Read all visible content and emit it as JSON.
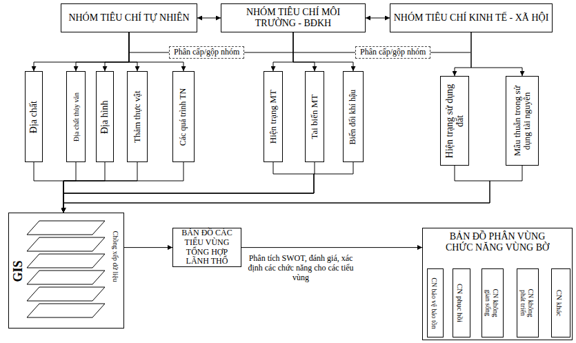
{
  "diagram": {
    "nodes": [
      {
        "text": [
          "NHÓM TIÊU CHÍ TỰ NHIÊN"
        ]
      },
      {
        "text": [
          "NHÓM TIÊU CHÍ MÔI TRƯỜNG - BĐKH"
        ]
      },
      {
        "text": [
          "NHÓM TIÊU CHÍ KINH TẾ - XÃ HỘI"
        ]
      },
      {
        "text": [
          "Phân cấp/gộp nhóm"
        ]
      },
      {
        "text": [
          "Phân cấp/gộp nhóm"
        ]
      },
      {
        "text": [
          "Địa chất"
        ]
      },
      {
        "text": [
          "Địa chất thủy văn"
        ]
      },
      {
        "text": [
          "Địa hình"
        ]
      },
      {
        "text": [
          "Thảm thực vật"
        ]
      },
      {
        "text": [
          "Các quá trình TN"
        ]
      },
      {
        "text": [
          "Hiện trạng MT"
        ]
      },
      {
        "text": [
          "Tai biến MT"
        ]
      },
      {
        "text": [
          "Biến đổi khí hậu"
        ]
      },
      {
        "text": [
          "Hiện trạng sử dụng đất"
        ]
      },
      {
        "text": [
          "Mâu thuẫn trong sử dụng tài nguyên"
        ]
      },
      {
        "text": [
          "GIS",
          "Chồng xếp dữ liệu"
        ]
      },
      {
        "text": [
          "BẢN ĐỒ CÁC TIỂU VÙNG TỔNG HỢP LÃNH THỔ"
        ]
      },
      {
        "text": [
          "BẢN ĐỒ PHÂN VÙNG CHỨC NĂNG VÙNG BỜ"
        ]
      },
      {
        "text": [
          "CN bảo vệ bảo tồn"
        ],
        "in": 17
      },
      {
        "text": [
          "CN phục hồi"
        ],
        "in": 17
      },
      {
        "text": [
          "CN không gian sống"
        ],
        "in": 17
      },
      {
        "text": [
          "CN không phát triển"
        ],
        "in": 17
      },
      {
        "text": [
          "CN khác"
        ],
        "in": 17
      }
    ],
    "edges": [
      {
        "from": 0,
        "to": 1,
        "arrow": "both"
      },
      {
        "from": 1,
        "to": 2,
        "arrow": "both"
      },
      {
        "from": 0,
        "to": 5,
        "arrow": "to"
      },
      {
        "from": 0,
        "to": 6,
        "arrow": "to"
      },
      {
        "from": 0,
        "to": 7,
        "arrow": "to"
      },
      {
        "from": 0,
        "to": 8,
        "arrow": "to"
      },
      {
        "from": 0,
        "to": 9,
        "arrow": "to"
      },
      {
        "from": 1,
        "to": 10,
        "arrow": "to"
      },
      {
        "from": 1,
        "to": 11,
        "arrow": "to"
      },
      {
        "from": 1,
        "to": 12,
        "arrow": "to"
      },
      {
        "from": 2,
        "to": 13,
        "arrow": "to"
      },
      {
        "from": 2,
        "to": 14,
        "arrow": "to"
      },
      {
        "from": 5,
        "to": 15,
        "arrow": "to"
      },
      {
        "from": 6,
        "to": 15,
        "arrow": "to"
      },
      {
        "from": 7,
        "to": 15,
        "arrow": "to"
      },
      {
        "from": 8,
        "to": 15,
        "arrow": "to"
      },
      {
        "from": 9,
        "to": 15,
        "arrow": "to"
      },
      {
        "from": 10,
        "to": 15,
        "arrow": "to"
      },
      {
        "from": 11,
        "to": 15,
        "arrow": "to"
      },
      {
        "from": 12,
        "to": 15,
        "arrow": "to"
      },
      {
        "from": 13,
        "to": 15,
        "arrow": "to"
      },
      {
        "from": 14,
        "to": 15,
        "arrow": "to"
      },
      {
        "from": 15,
        "to": 16,
        "arrow": "to"
      },
      {
        "from": 16,
        "to": 17,
        "arrow": "to",
        "label": "Phân tích SWOT, đánh giá, xác định các chức năng cho các tiểu vùng"
      }
    ]
  }
}
